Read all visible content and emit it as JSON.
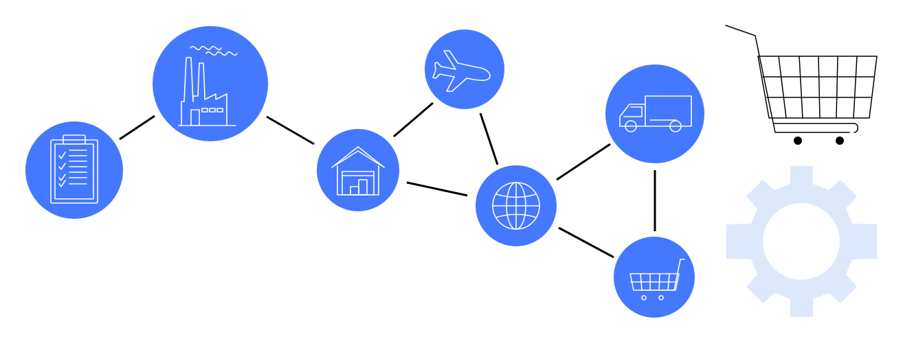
{
  "colors": {
    "node_fill": "#4478ff",
    "connector": "#000000",
    "icon_stroke": "#ffffff",
    "gear_fill": "#dde8fb",
    "background": "#ffffff"
  },
  "network": {
    "nodes": [
      {
        "id": "checklist",
        "icon": "clipboard-checklist-icon"
      },
      {
        "id": "factory",
        "icon": "factory-icon"
      },
      {
        "id": "warehouse",
        "icon": "warehouse-icon"
      },
      {
        "id": "airplane",
        "icon": "airplane-icon"
      },
      {
        "id": "globe",
        "icon": "globe-icon"
      },
      {
        "id": "truck",
        "icon": "delivery-truck-icon"
      },
      {
        "id": "cart",
        "icon": "shopping-cart-icon"
      }
    ],
    "links": [
      [
        "checklist",
        "factory"
      ],
      [
        "factory",
        "warehouse"
      ],
      [
        "warehouse",
        "airplane"
      ],
      [
        "warehouse",
        "globe"
      ],
      [
        "airplane",
        "globe"
      ],
      [
        "globe",
        "truck"
      ],
      [
        "globe",
        "cart"
      ],
      [
        "truck",
        "cart"
      ]
    ]
  },
  "decorations": [
    {
      "icon": "large-shopping-cart-icon"
    },
    {
      "icon": "gear-icon"
    }
  ]
}
